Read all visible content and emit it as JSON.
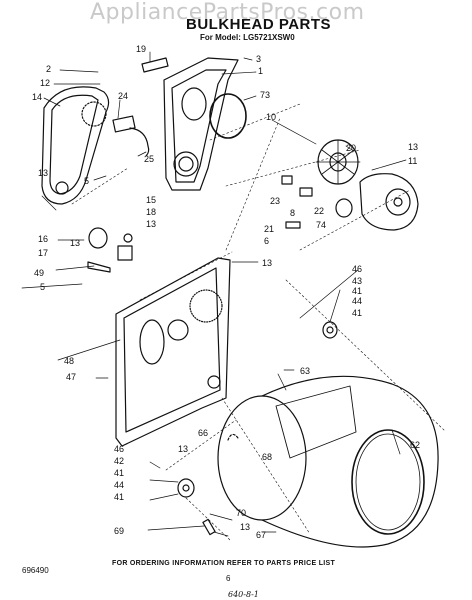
{
  "watermark": "AppliancePartsPros.com",
  "title": "BULKHEAD PARTS",
  "model_line": "For Model: LG5721XSW0",
  "footer": "FOR ORDERING INFORMATION REFER TO PARTS PRICE LIST",
  "page_number": "6",
  "doc_number": "696490",
  "handwritten_note": "640-8-1",
  "callouts": [
    "2",
    "12",
    "14",
    "13",
    "19",
    "24",
    "25",
    "3",
    "1",
    "73",
    "10",
    "20",
    "13",
    "11",
    "5",
    "15",
    "18",
    "13",
    "16",
    "17",
    "13",
    "49",
    "5",
    "23",
    "8",
    "22",
    "74",
    "21",
    "6",
    "13",
    "46",
    "43",
    "41",
    "44",
    "41",
    "48",
    "47",
    "63",
    "13",
    "66",
    "68",
    "62",
    "46",
    "42",
    "41",
    "44",
    "41",
    "69",
    "70",
    "13",
    "67"
  ],
  "colors": {
    "line": "#111111",
    "watermark": "#c9c9c9",
    "background": "#ffffff"
  }
}
